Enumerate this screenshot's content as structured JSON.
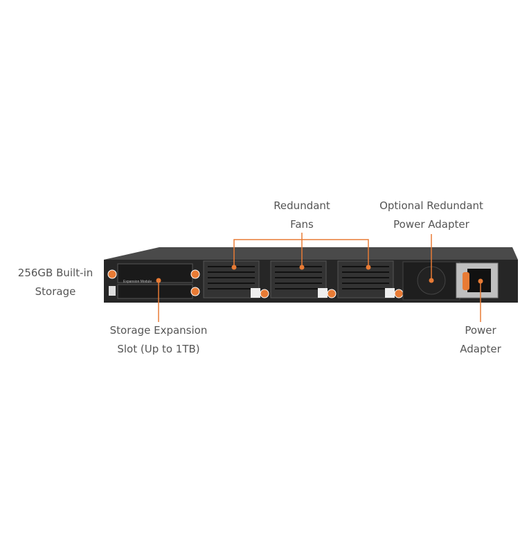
{
  "callouts": {
    "fans": {
      "line1": "Redundant",
      "line2": "Fans"
    },
    "optional_power": {
      "line1": "Optional Redundant",
      "line2": "Power Adapter"
    },
    "built_in_storage": {
      "line1": "256GB Built-in",
      "line2": "Storage"
    },
    "storage_expansion": {
      "line1": "Storage Expansion",
      "line2": "Slot (Up to 1TB)"
    },
    "power_adapter": {
      "line1": "Power",
      "line2": "Adapter"
    }
  },
  "device_lettering": {
    "module": "Expansion Module"
  },
  "colors": {
    "accent": "#e87b35",
    "chassis": "#2b2b2b",
    "text": "#555555"
  }
}
